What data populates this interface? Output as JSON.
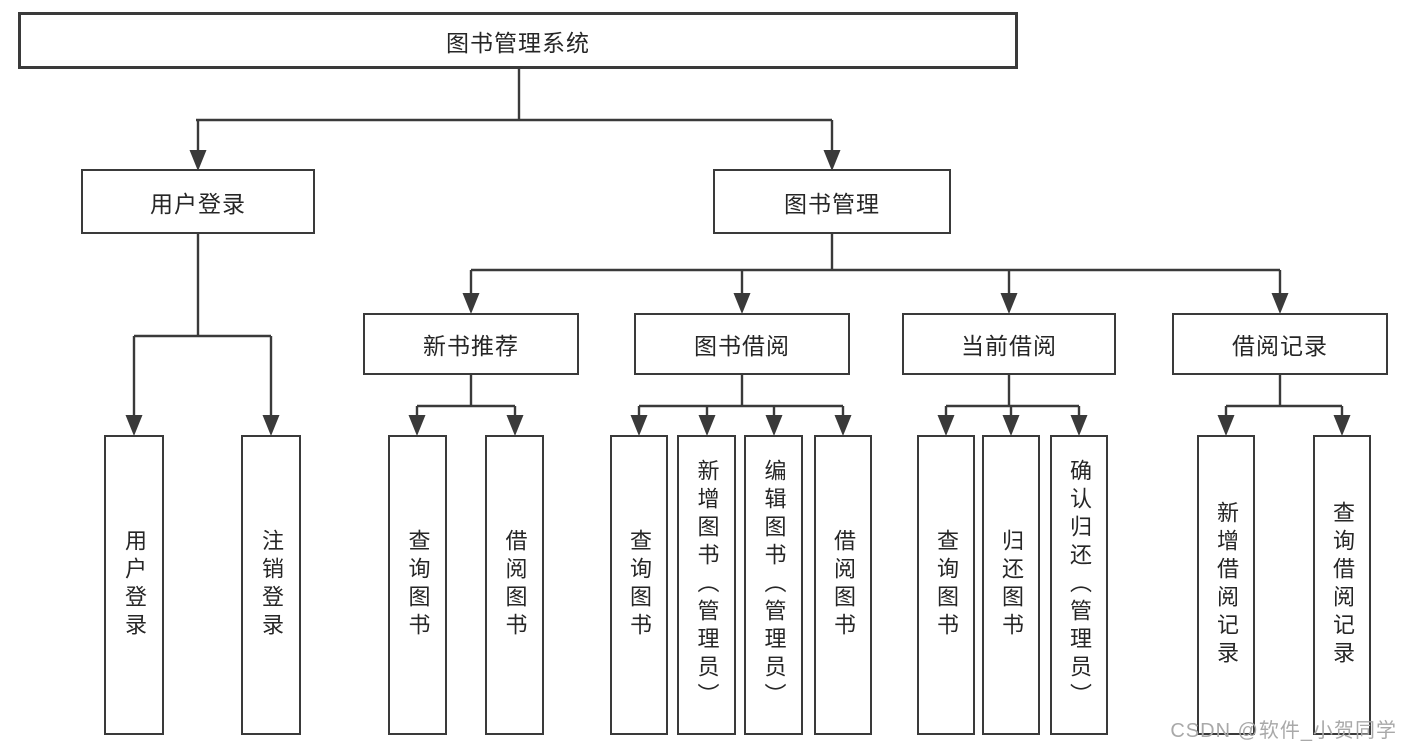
{
  "tree": {
    "root": {
      "label": "图书管理系统"
    },
    "children": [
      {
        "label": "用户登录",
        "children": [
          {
            "label": "用户登录"
          },
          {
            "label": "注销登录"
          }
        ]
      },
      {
        "label": "图书管理",
        "children": [
          {
            "label": "新书推荐",
            "children": [
              {
                "label": "查询图书"
              },
              {
                "label": "借阅图书"
              }
            ]
          },
          {
            "label": "图书借阅",
            "children": [
              {
                "label": "查询图书"
              },
              {
                "label": "新增图书（管理员）"
              },
              {
                "label": "编辑图书（管理员）"
              },
              {
                "label": "借阅图书"
              }
            ]
          },
          {
            "label": "当前借阅",
            "children": [
              {
                "label": "查询图书"
              },
              {
                "label": "归还图书"
              },
              {
                "label": "确认归还（管理员）"
              }
            ]
          },
          {
            "label": "借阅记录",
            "children": [
              {
                "label": "新增借阅记录"
              },
              {
                "label": "查询借阅记录"
              }
            ]
          }
        ]
      }
    ]
  },
  "watermark": {
    "text": "CSDN @软件_小贺同学"
  },
  "colors": {
    "line": "#3a3a3a",
    "box_border": "#3a3a3a",
    "text": "#262626",
    "background": "#ffffff",
    "watermark": "#a9a9a9"
  }
}
